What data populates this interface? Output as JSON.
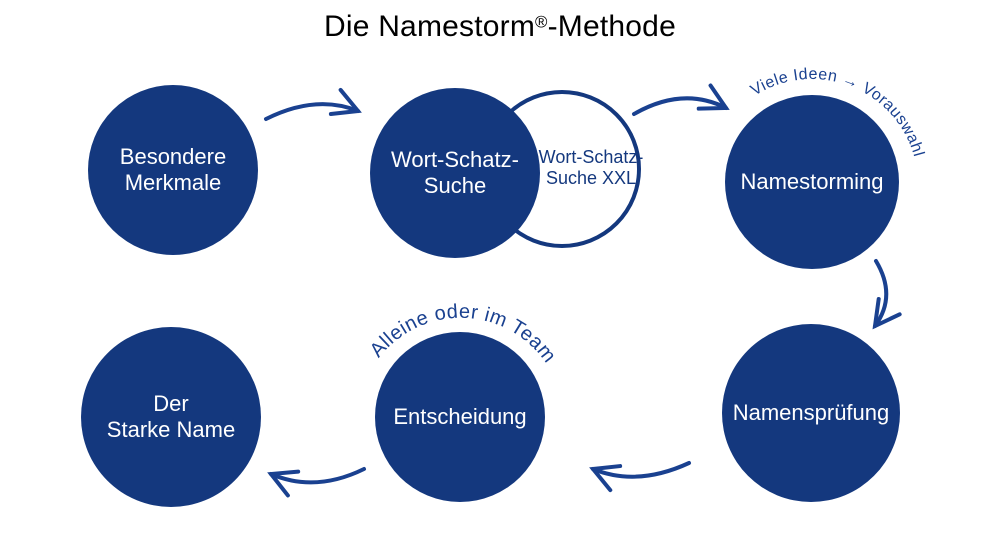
{
  "title": {
    "part1": "Die Namestorm",
    "registered_mark": "®",
    "part2": "-Methode"
  },
  "diagram": {
    "nodes": {
      "besondere_merkmale": {
        "label": "Besondere\nMerkmale"
      },
      "wort_schatz_suche": {
        "label": "Wort-Schatz-\nSuche"
      },
      "wort_schatz_suche_xxl": {
        "label": "Wort-Schatz-\nSuche XXL"
      },
      "namestorming": {
        "label": "Namestorming"
      },
      "namenspruefung": {
        "label": "Namensprüfung"
      },
      "entscheidung": {
        "label": "Entscheidung"
      },
      "der_starke_name": {
        "label": "Der\nStarke Name"
      }
    },
    "annotations": {
      "namestorming_note": "Viele Ideen → Vorauswahl",
      "entscheidung_note": "Alleine oder im Team"
    },
    "arrows": [
      {
        "from": "Besondere Merkmale",
        "to": "Wort-Schatz-Suche"
      },
      {
        "from": "Wort-Schatz-Suche XXL",
        "to": "Namestorming"
      },
      {
        "from": "Namestorming",
        "to": "Namensprüfung"
      },
      {
        "from": "Namensprüfung",
        "to": "Entscheidung"
      },
      {
        "from": "Entscheidung",
        "to": "Der Starke Name"
      }
    ]
  },
  "colors": {
    "node_fill": "#14387E",
    "line_blue": "#1A4190",
    "node_text": "#FFFFFF",
    "title_text": "#000000",
    "background": "#FFFFFF"
  }
}
